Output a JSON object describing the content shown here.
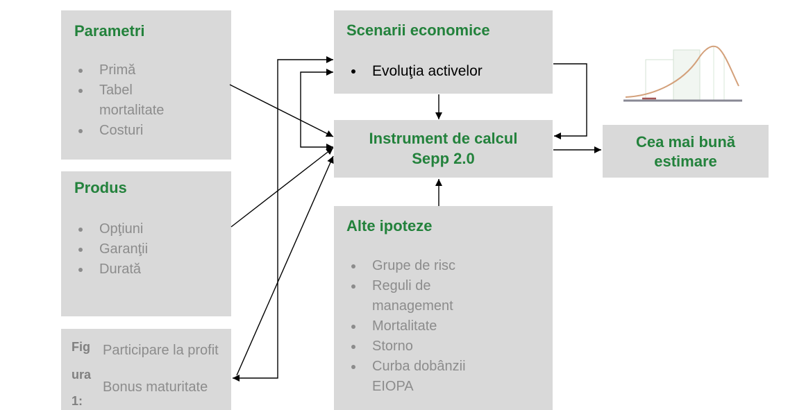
{
  "colors": {
    "box_fill": "#d9d9d9",
    "title_green": "#23823c",
    "muted_text": "#8c8c8c",
    "caption_text": "#808080",
    "arrow": "#000000"
  },
  "parametri": {
    "title": "Parametri",
    "items": [
      "Primă",
      "Tabel mortalitate",
      "Costuri"
    ]
  },
  "produs": {
    "title": "Produs",
    "items": [
      "Opţiuni",
      "Garanţii",
      "Durată"
    ]
  },
  "profit_box": {
    "lines": [
      "Participare la profit",
      "Bonus maturitate"
    ]
  },
  "scenarii": {
    "title": "Scenarii economice",
    "items": [
      "Evoluţia activelor"
    ]
  },
  "instrument": {
    "title_lines": [
      "Instrument de calcul",
      "Sepp 2.0"
    ]
  },
  "estimare": {
    "title_lines": [
      "Cea mai bună",
      "estimare"
    ]
  },
  "alte_ipoteze": {
    "title": "Alte ipoteze",
    "items": [
      "Grupe de risc",
      "Reguli de management",
      "Mortalitate",
      "Storno",
      "Curba dobânzii EIOPA"
    ]
  },
  "caption": {
    "parts": [
      "Fig",
      "ura",
      "1:"
    ]
  },
  "picture": {
    "icon": "distribution-curve-picture"
  }
}
